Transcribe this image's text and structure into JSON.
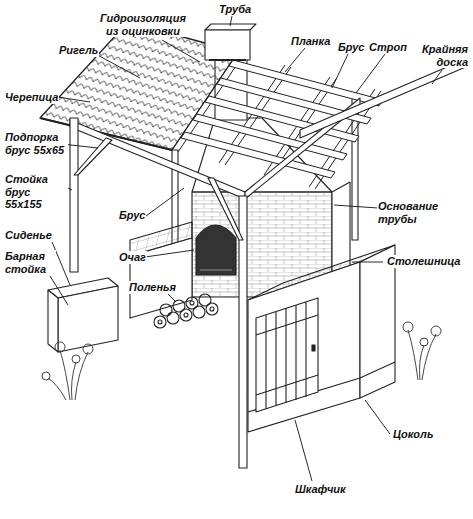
{
  "diagram": {
    "labels": [
      "Гидроизоляция из оцинковки",
      "Труба",
      "Планка",
      "Брус",
      "Стропило",
      "Крайняя доска",
      "Ригель",
      "Черепица",
      "Подпорка брус 55х65",
      "Стойка брус 55х155",
      "Брус",
      "Основание трубы",
      "Очаг",
      "Сиденье",
      "Барная стойка",
      "Поленья",
      "Столешница",
      "Цоколь",
      "Шкафчик"
    ]
  }
}
